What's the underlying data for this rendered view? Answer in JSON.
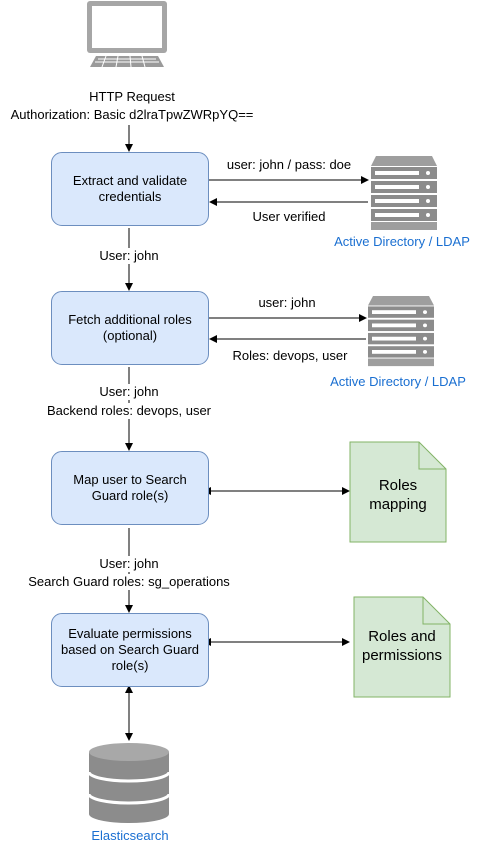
{
  "client": {
    "icon": "monitor-icon",
    "request_line1": "HTTP Request",
    "request_line2": "Authorization: Basic d2lraTpwZWRpYQ=="
  },
  "steps": [
    {
      "label": "Extract and validate credentials"
    },
    {
      "label": "Fetch additional roles (optional)"
    },
    {
      "label": "Map user to Search Guard role(s)"
    },
    {
      "label": "Evaluate permissions based on Search Guard role(s)"
    }
  ],
  "ldap1": {
    "icon": "server-icon",
    "label": "Active Directory / LDAP",
    "request": "user: john / pass: doe",
    "response": "User verified"
  },
  "ldap2": {
    "icon": "server-icon",
    "label": "Active Directory / LDAP",
    "request": "user: john",
    "response": "Roles: devops, user"
  },
  "flow": {
    "after_step1": "User: john",
    "after_step2_line1": "User: john",
    "after_step2_line2": "Backend roles: devops, user",
    "after_step3_line1": "User: john",
    "after_step3_line2": "Search Guard roles: sg_operations"
  },
  "docs": [
    {
      "label": "Roles mapping",
      "icon": "document-icon"
    },
    {
      "label": "Roles and permissions",
      "icon": "document-icon"
    }
  ],
  "elasticsearch": {
    "icon": "database-icon",
    "label": "Elasticsearch"
  },
  "colors": {
    "process_fill": "#dae8fc",
    "process_stroke": "#6c8ebf",
    "doc_fill": "#d5e8d4",
    "doc_stroke": "#82b366",
    "link_text": "#1a6fd1",
    "icon_gray": "#909090"
  }
}
